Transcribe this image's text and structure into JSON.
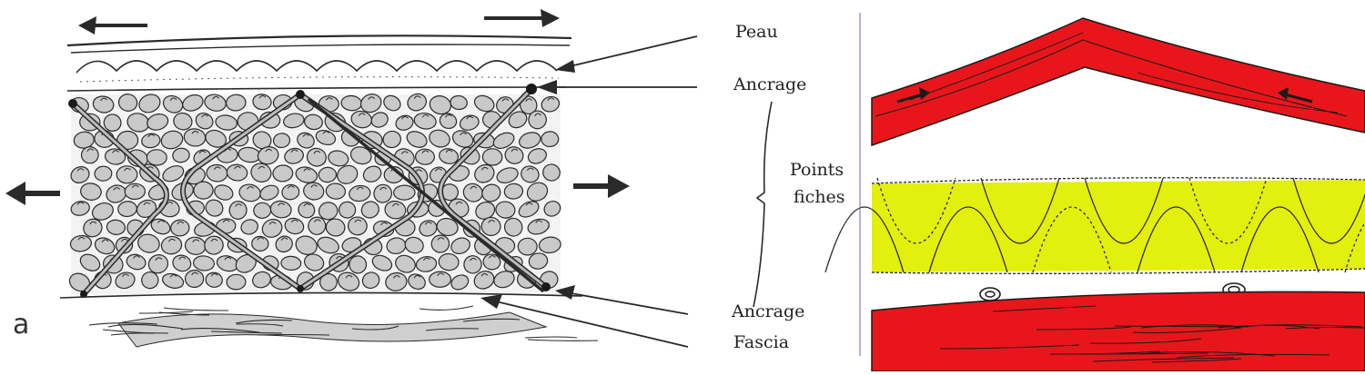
{
  "left_figure": {
    "corner_letter": "a",
    "labels": {
      "skin": "Peau",
      "anchorage_top": "Ancrage",
      "points_line1": "Points",
      "points_line2": "fiches",
      "anchorage_bottom": "Ancrage",
      "fascia": "Fascia"
    }
  },
  "colors": {
    "ink": "#2a2a2a",
    "fat_lobule": "#c9c9c9",
    "septa_fill": "#bdbdbd",
    "dermis_red": "#e8161b",
    "fat_yellow": "#e3ef0c",
    "divider": "#7b7fd0"
  }
}
